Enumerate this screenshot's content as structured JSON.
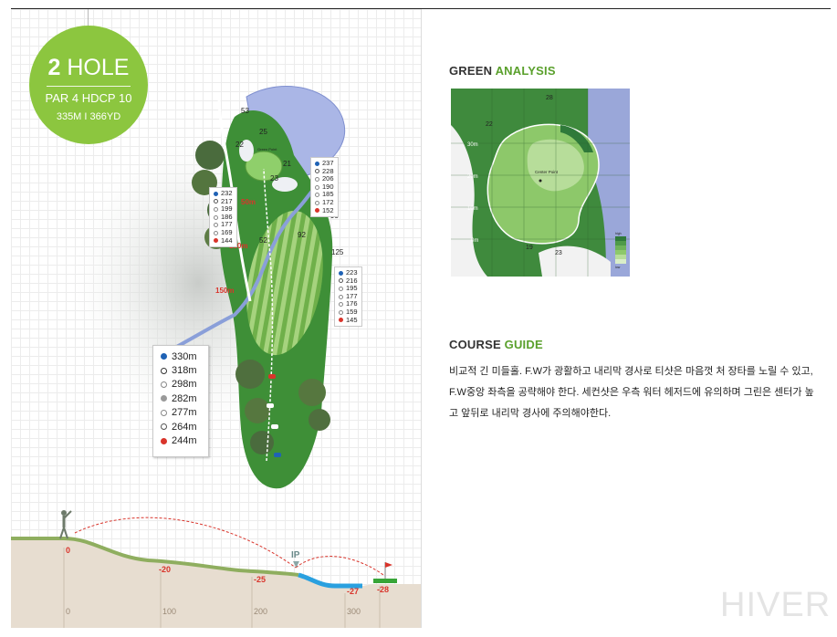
{
  "hole": {
    "title_number": "2",
    "title_word": "HOLE",
    "par_hdcp": "PAR 4 HDCP 10",
    "distance": "335M I 366YD"
  },
  "yardage_legend": [
    {
      "value": "330m",
      "marker": "blue"
    },
    {
      "value": "318m",
      "marker": "black-tee"
    },
    {
      "value": "298m",
      "marker": "gray-tee"
    },
    {
      "value": "282m",
      "marker": "gray"
    },
    {
      "value": "277m",
      "marker": "white-tee"
    },
    {
      "value": "264m",
      "marker": "tee"
    },
    {
      "value": "244m",
      "marker": "red"
    }
  ],
  "map_labels": {
    "left_box": [
      "232",
      "217",
      "199",
      "186",
      "177",
      "169",
      "144"
    ],
    "upper_box": [
      "237",
      "228",
      "206",
      "190",
      "185",
      "172",
      "152"
    ],
    "lower_box": [
      "223",
      "216",
      "195",
      "177",
      "176",
      "159",
      "145"
    ],
    "bunker_53": "53",
    "bunker_25": "25",
    "bunker_22": "22",
    "bunker_21": "21",
    "bunker_23": "23",
    "marker_95": "95",
    "marker_92": "92",
    "marker_52": "52",
    "marker_125": "125",
    "dist_50": "50m",
    "dist_100": "100m",
    "dist_150": "150m",
    "green_note": "Green Point"
  },
  "profile": {
    "elev_labels": [
      "0",
      "-20",
      "-25",
      "-27",
      "-28"
    ],
    "axis_labels": [
      "0",
      "100",
      "200",
      "300"
    ],
    "ip_label": "IP"
  },
  "green_analysis": {
    "heading_a": "GREEN",
    "heading_b": "ANALYSIS",
    "labels": [
      "28",
      "22",
      "30m",
      "20m",
      "10m",
      "0m",
      "19",
      "23",
      "Center Point"
    ],
    "scale_top": "high",
    "scale_bottom": "low"
  },
  "course_guide": {
    "heading_a": "COURSE",
    "heading_b": "GUIDE",
    "text": "비교적 긴 미들홀. F.W가 광활하고 내리막 경사로 티샷은 마음껏 처 장타를 노릴 수 있고, F.W중앙 좌측을 공략해야 한다. 세컨샷은 우측 워터 헤저드에 유의하며 그린은 센터가 높고 앞뒤로 내리막 경사에 주의해야한다."
  },
  "watermark": "HIVER",
  "colors": {
    "accent": "#8cc63f",
    "heading_green": "#5aa02c",
    "red": "#d9342b",
    "blue": "#1f62b5"
  }
}
